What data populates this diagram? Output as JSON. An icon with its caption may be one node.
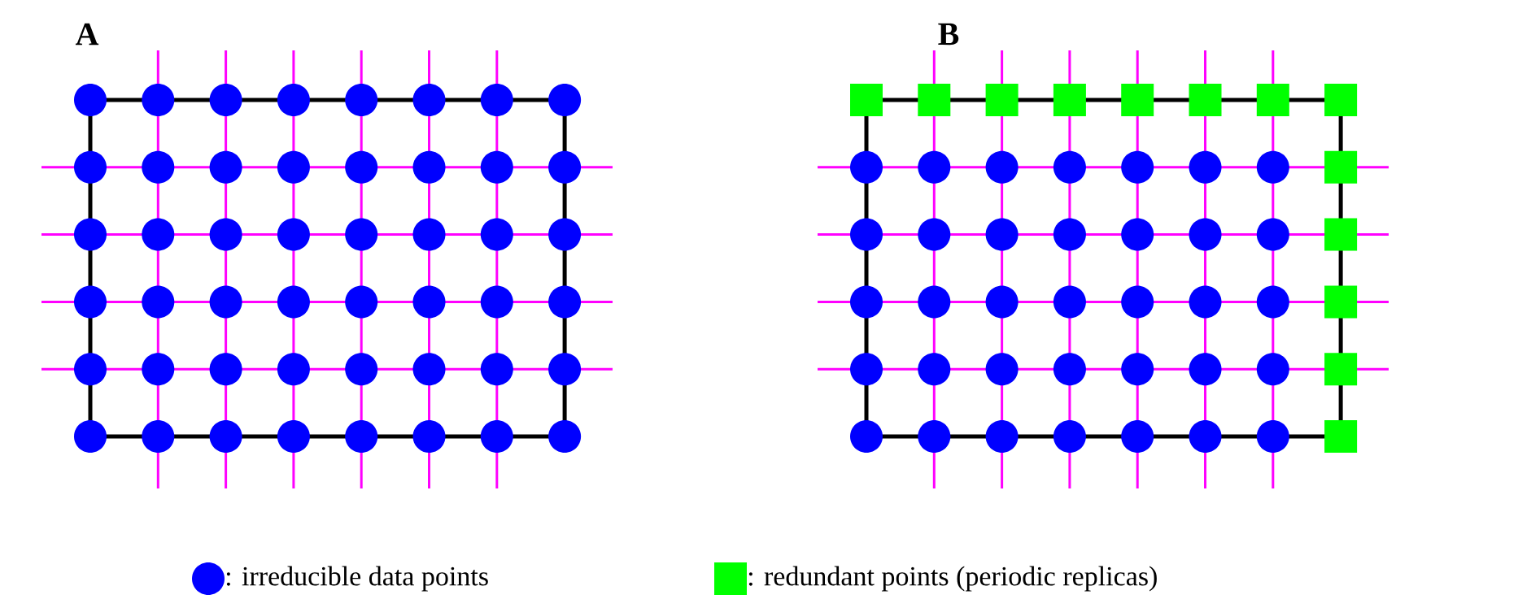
{
  "diagram": {
    "labels": [
      "A",
      "B"
    ],
    "legend": [
      {
        "text": ": irreducible data points",
        "color": "#0000ff"
      },
      {
        "text": ": redundant points (periodic replicas)",
        "color": "#00ff00"
      }
    ]
  }
}
